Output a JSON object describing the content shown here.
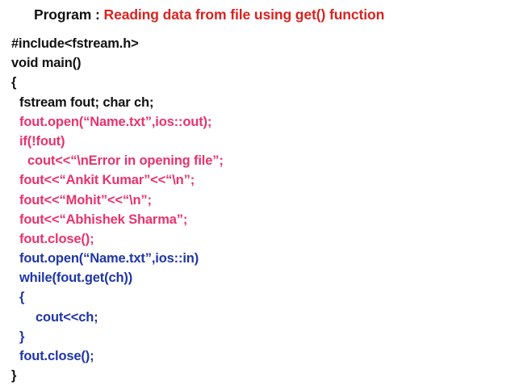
{
  "slide": {
    "background_color": "#ffffff",
    "title": {
      "label": "Program : ",
      "text": "Reading data from file using get() function",
      "label_color": "#111111",
      "text_color": "#d9231f"
    },
    "colors": {
      "black": "#111111",
      "pink": "#e8336b",
      "blue": "#1f36a8",
      "red": "#d9231f"
    },
    "code": {
      "language": "cpp",
      "lines": [
        {
          "text": "#include<fstream.h>",
          "color": "#111111",
          "indent": 0
        },
        {
          "text": "void main()",
          "color": "#111111",
          "indent": 0
        },
        {
          "text": "{",
          "color": "#111111",
          "indent": 0
        },
        {
          "text": "fstream fout; char ch;",
          "color": "#111111",
          "indent": 1
        },
        {
          "text": "fout.open(“Name.txt”,ios::out);",
          "color": "#e8336b",
          "indent": 1
        },
        {
          "text": "if(!fout)",
          "color": "#e8336b",
          "indent": 1
        },
        {
          "text": "cout<<“\\nError in opening file”;",
          "color": "#e8336b",
          "indent": 2
        },
        {
          "text": "fout<<“Ankit Kumar”<<“\\n”;",
          "color": "#e8336b",
          "indent": 1
        },
        {
          "text": "fout<<“Mohit”<<“\\n”;",
          "color": "#e8336b",
          "indent": 1
        },
        {
          "text": "fout<<“Abhishek Sharma”;",
          "color": "#e8336b",
          "indent": 1
        },
        {
          "text": "fout.close();",
          "color": "#e8336b",
          "indent": 1
        },
        {
          "text": "fout.open(“Name.txt”,ios::in)",
          "color": "#1f36a8",
          "indent": 1
        },
        {
          "text": "while(fout.get(ch))",
          "color": "#1f36a8",
          "indent": 1
        },
        {
          "text": "{",
          "color": "#1f36a8",
          "indent": 1
        },
        {
          "text": "cout<<ch;",
          "color": "#1f36a8",
          "indent": 3
        },
        {
          "text": "}",
          "color": "#1f36a8",
          "indent": 1
        },
        {
          "text": "fout.close();",
          "color": "#1f36a8",
          "indent": 1
        },
        {
          "text": "}",
          "color": "#111111",
          "indent": 0
        }
      ]
    }
  }
}
